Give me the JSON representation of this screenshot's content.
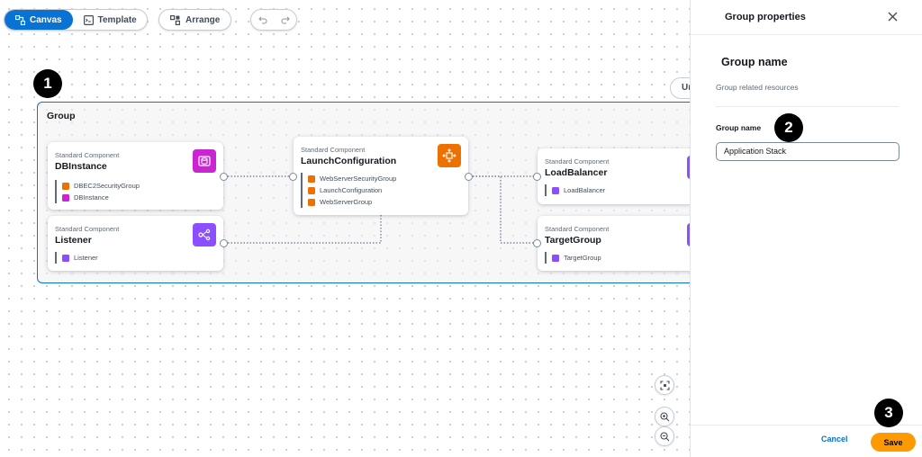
{
  "toolbar": {
    "canvas_label": "Canvas",
    "template_label": "Template",
    "arrange_label": "Arrange",
    "undo_icon": "undo-icon",
    "redo_icon": "redo-icon"
  },
  "steps": {
    "one": "1",
    "two": "2",
    "three": "3"
  },
  "canvas": {
    "group_title": "Group",
    "partial_button": "Un",
    "components": [
      {
        "kind": "Standard Component",
        "name": "DBInstance",
        "icon": "database-icon",
        "color": "#c925d1",
        "resources": [
          {
            "label": "DBEC2SecurityGroup",
            "color": "#ed7100"
          },
          {
            "label": "DBInstance",
            "color": "#c925d1"
          }
        ]
      },
      {
        "kind": "Standard Component",
        "name": "Listener",
        "icon": "load-balancer-icon",
        "color": "#8c4fff",
        "resources": [
          {
            "label": "Listener",
            "color": "#8c4fff"
          }
        ]
      },
      {
        "kind": "Standard Component",
        "name": "LaunchConfiguration",
        "icon": "auto-scaling-icon",
        "color": "#ed7100",
        "resources": [
          {
            "label": "WebServerSecurityGroup",
            "color": "#ed7100"
          },
          {
            "label": "LaunchConfiguration",
            "color": "#ed7100"
          },
          {
            "label": "WebServerGroup",
            "color": "#ed7100"
          }
        ]
      },
      {
        "kind": "Standard Component",
        "name": "LoadBalancer",
        "icon": "load-balancer-icon",
        "color": "#8c4fff",
        "resources": [
          {
            "label": "LoadBalancer",
            "color": "#8c4fff"
          }
        ]
      },
      {
        "kind": "Standard Component",
        "name": "TargetGroup",
        "icon": "load-balancer-icon",
        "color": "#8c4fff",
        "resources": [
          {
            "label": "TargetGroup",
            "color": "#8c4fff"
          }
        ]
      }
    ]
  },
  "panel": {
    "title": "Group properties",
    "section_heading": "Group name",
    "section_description": "Group related resources",
    "field_label": "Group name",
    "field_value": "Application Stack",
    "drag_handle": "II",
    "cancel_label": "Cancel",
    "save_label": "Save"
  },
  "colors": {
    "accent": "#0972d3",
    "save": "#ff9900"
  }
}
